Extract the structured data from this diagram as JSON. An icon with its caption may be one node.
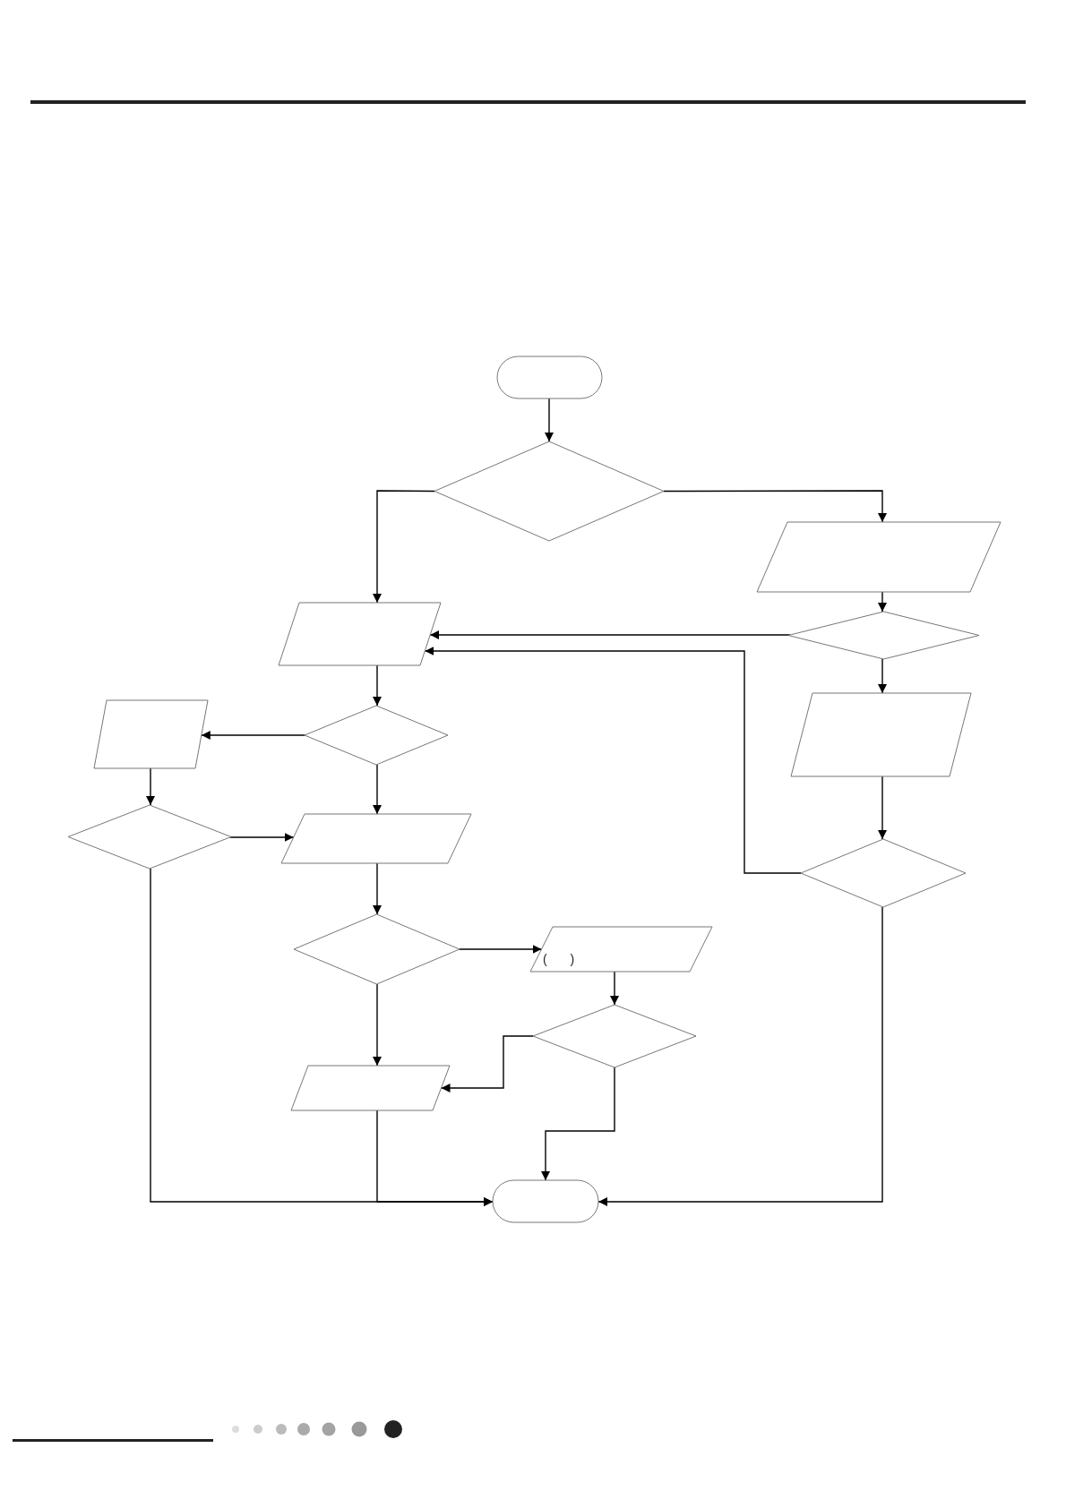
{
  "diagram": {
    "nodes": [
      {
        "text": [],
        "shape": "terminal"
      },
      {
        "text": [],
        "shape": "diamond"
      },
      {
        "text": [],
        "shape": "parallelogram"
      },
      {
        "text": [],
        "shape": "parallelogram"
      },
      {
        "text": [],
        "shape": "diamond"
      },
      {
        "text": [],
        "shape": "diamond"
      },
      {
        "text": [],
        "shape": "parallelogram"
      },
      {
        "text": [],
        "shape": "parallelogram"
      },
      {
        "text": [],
        "shape": "diamond"
      },
      {
        "text": [],
        "shape": "parallelogram"
      },
      {
        "text": [],
        "shape": "diamond"
      },
      {
        "text": [],
        "shape": "diamond"
      },
      {
        "text": [
          "( )"
        ]
      },
      {
        "text": [],
        "shape": "diamond"
      },
      {
        "text": [],
        "shape": "parallelogram"
      },
      {
        "text": [],
        "shape": "terminal"
      }
    ],
    "edges": [
      {
        "from": 0,
        "to": 1,
        "arrow": "to"
      },
      {
        "from": 1,
        "to": 3,
        "arrow": "to"
      },
      {
        "from": 1,
        "to": 2,
        "arrow": "to"
      },
      {
        "from": 2,
        "to": 4,
        "arrow": "to"
      },
      {
        "from": 4,
        "to": 3,
        "arrow": "to"
      },
      {
        "from": 4,
        "to": 7,
        "arrow": "to"
      },
      {
        "from": 7,
        "to": 10,
        "arrow": "to"
      },
      {
        "from": 10,
        "to": 3,
        "arrow": "to"
      },
      {
        "from": 3,
        "to": 5,
        "arrow": "to"
      },
      {
        "from": 5,
        "to": 6,
        "arrow": "to"
      },
      {
        "from": 5,
        "to": 9,
        "arrow": "to"
      },
      {
        "from": 6,
        "to": 8,
        "arrow": "to"
      },
      {
        "from": 8,
        "to": 9,
        "arrow": "to"
      },
      {
        "from": 8,
        "to": 15,
        "arrow": "to"
      },
      {
        "from": 9,
        "to": 11,
        "arrow": "to"
      },
      {
        "from": 11,
        "to": 12,
        "arrow": "to"
      },
      {
        "from": 11,
        "to": 14,
        "arrow": "to"
      },
      {
        "from": 12,
        "to": 13,
        "arrow": "to"
      },
      {
        "from": 13,
        "to": 14,
        "arrow": "to"
      },
      {
        "from": 13,
        "to": 15,
        "arrow": "to"
      },
      {
        "from": 14,
        "to": 15,
        "arrow": "to"
      },
      {
        "from": 10,
        "to": 15,
        "arrow": "to"
      }
    ]
  }
}
